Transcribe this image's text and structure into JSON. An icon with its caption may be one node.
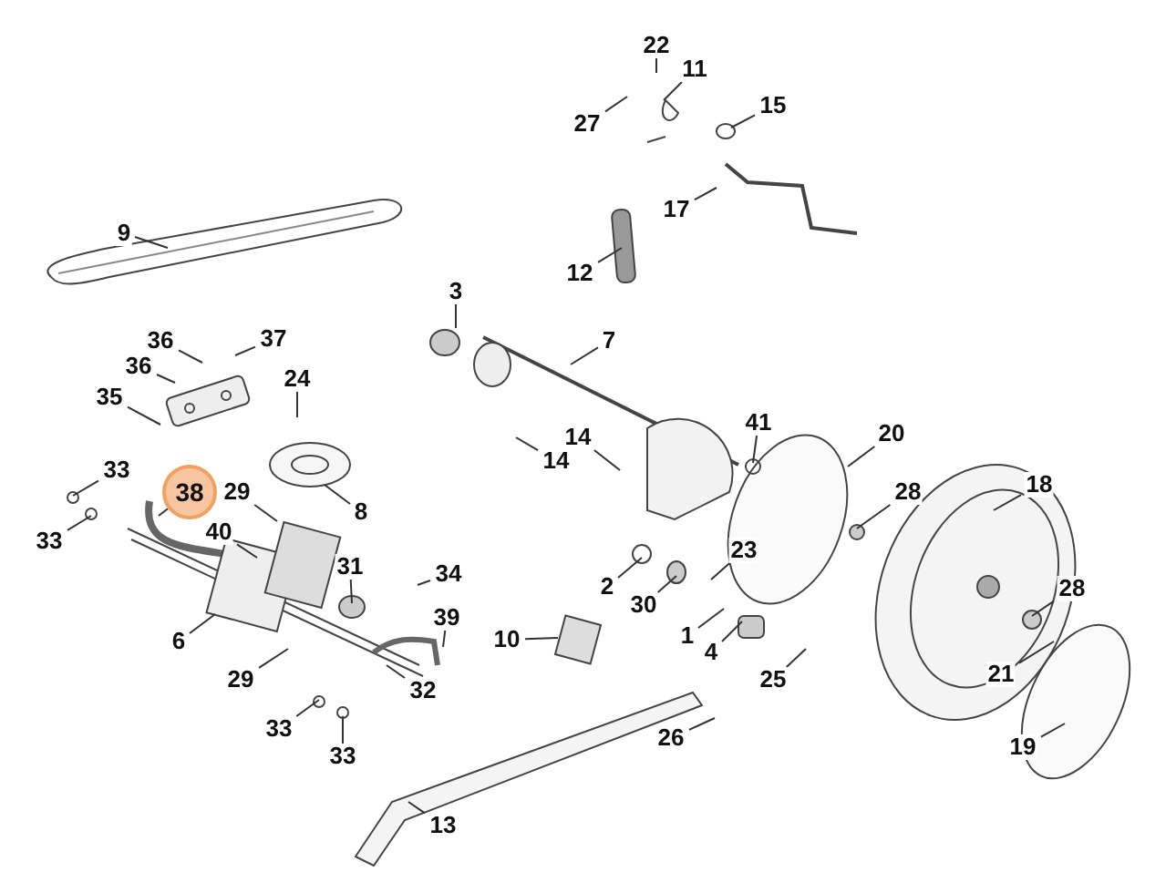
{
  "diagram": {
    "nodes": [
      {
        "text": [
          "22"
        ]
      },
      {
        "text": [
          "11"
        ]
      },
      {
        "text": [
          "15"
        ]
      },
      {
        "text": [
          "27"
        ]
      },
      {
        "text": [
          "17"
        ]
      },
      {
        "text": [
          "9"
        ]
      },
      {
        "text": [
          "12"
        ]
      },
      {
        "text": [
          "3"
        ]
      },
      {
        "text": [
          "36"
        ]
      },
      {
        "text": [
          "37"
        ]
      },
      {
        "text": [
          "7"
        ]
      },
      {
        "text": [
          "36"
        ]
      },
      {
        "text": [
          "24"
        ]
      },
      {
        "text": [
          "35"
        ]
      },
      {
        "text": [
          "41"
        ]
      },
      {
        "text": [
          "20"
        ]
      },
      {
        "text": [
          "14"
        ]
      },
      {
        "text": [
          "14"
        ]
      },
      {
        "text": [
          "33"
        ]
      },
      {
        "text": [
          "18"
        ]
      },
      {
        "text": [
          "38"
        ]
      },
      {
        "text": [
          "29"
        ]
      },
      {
        "text": [
          "28"
        ]
      },
      {
        "text": [
          "8"
        ]
      },
      {
        "text": [
          "40"
        ]
      },
      {
        "text": [
          "33"
        ]
      },
      {
        "text": [
          "23"
        ]
      },
      {
        "text": [
          "31"
        ]
      },
      {
        "text": [
          "34"
        ]
      },
      {
        "text": [
          "2"
        ]
      },
      {
        "text": [
          "28"
        ]
      },
      {
        "text": [
          "30"
        ]
      },
      {
        "text": [
          "39"
        ]
      },
      {
        "text": [
          "1"
        ]
      },
      {
        "text": [
          "10"
        ]
      },
      {
        "text": [
          "6"
        ]
      },
      {
        "text": [
          "4"
        ]
      },
      {
        "text": [
          "25"
        ]
      },
      {
        "text": [
          "21"
        ]
      },
      {
        "text": [
          "29"
        ]
      },
      {
        "text": [
          "32"
        ]
      },
      {
        "text": [
          "33"
        ]
      },
      {
        "text": [
          "26"
        ]
      },
      {
        "text": [
          "19"
        ]
      },
      {
        "text": [
          "33"
        ]
      },
      {
        "text": [
          "13"
        ]
      }
    ],
    "edges": [
      {
        "from": 0,
        "to": null,
        "arrow": "none"
      },
      {
        "from": 1,
        "to": null,
        "arrow": "none"
      },
      {
        "from": 2,
        "to": null,
        "arrow": "none"
      },
      {
        "from": 3,
        "to": null,
        "arrow": "none"
      },
      {
        "from": 4,
        "to": null,
        "arrow": "none"
      },
      {
        "from": 5,
        "to": null,
        "arrow": "none"
      },
      {
        "from": 6,
        "to": null,
        "arrow": "none"
      },
      {
        "from": 7,
        "to": null,
        "arrow": "none"
      },
      {
        "from": 8,
        "to": null,
        "arrow": "none"
      },
      {
        "from": 9,
        "to": null,
        "arrow": "none"
      },
      {
        "from": 10,
        "to": null,
        "arrow": "none"
      },
      {
        "from": 11,
        "to": null,
        "arrow": "none"
      },
      {
        "from": 12,
        "to": null,
        "arrow": "none"
      },
      {
        "from": 13,
        "to": null,
        "arrow": "none"
      },
      {
        "from": 14,
        "to": null,
        "arrow": "none"
      },
      {
        "from": 15,
        "to": null,
        "arrow": "none"
      },
      {
        "from": 16,
        "to": null,
        "arrow": "none"
      },
      {
        "from": 17,
        "to": null,
        "arrow": "none"
      },
      {
        "from": 18,
        "to": null,
        "arrow": "none"
      },
      {
        "from": 19,
        "to": null,
        "arrow": "none"
      },
      {
        "from": 20,
        "to": null,
        "arrow": "none"
      },
      {
        "from": 21,
        "to": null,
        "arrow": "none"
      },
      {
        "from": 22,
        "to": null,
        "arrow": "none"
      },
      {
        "from": 23,
        "to": null,
        "arrow": "none"
      },
      {
        "from": 24,
        "to": null,
        "arrow": "none"
      },
      {
        "from": 25,
        "to": null,
        "arrow": "none"
      },
      {
        "from": 26,
        "to": null,
        "arrow": "none"
      },
      {
        "from": 27,
        "to": null,
        "arrow": "none"
      },
      {
        "from": 28,
        "to": null,
        "arrow": "none"
      },
      {
        "from": 29,
        "to": null,
        "arrow": "none"
      },
      {
        "from": 30,
        "to": null,
        "arrow": "none"
      },
      {
        "from": 31,
        "to": null,
        "arrow": "none"
      },
      {
        "from": 32,
        "to": null,
        "arrow": "none"
      },
      {
        "from": 33,
        "to": null,
        "arrow": "none"
      },
      {
        "from": 34,
        "to": null,
        "arrow": "none"
      },
      {
        "from": 35,
        "to": null,
        "arrow": "none"
      },
      {
        "from": 36,
        "to": null,
        "arrow": "none"
      },
      {
        "from": 37,
        "to": null,
        "arrow": "none"
      },
      {
        "from": 38,
        "to": null,
        "arrow": "none"
      },
      {
        "from": 39,
        "to": null,
        "arrow": "none"
      },
      {
        "from": 40,
        "to": null,
        "arrow": "none"
      },
      {
        "from": 41,
        "to": null,
        "arrow": "none"
      },
      {
        "from": 42,
        "to": null,
        "arrow": "none"
      },
      {
        "from": 43,
        "to": null,
        "arrow": "none"
      },
      {
        "from": 44,
        "to": null,
        "arrow": "none"
      },
      {
        "from": 45,
        "to": null,
        "arrow": "none"
      }
    ]
  }
}
